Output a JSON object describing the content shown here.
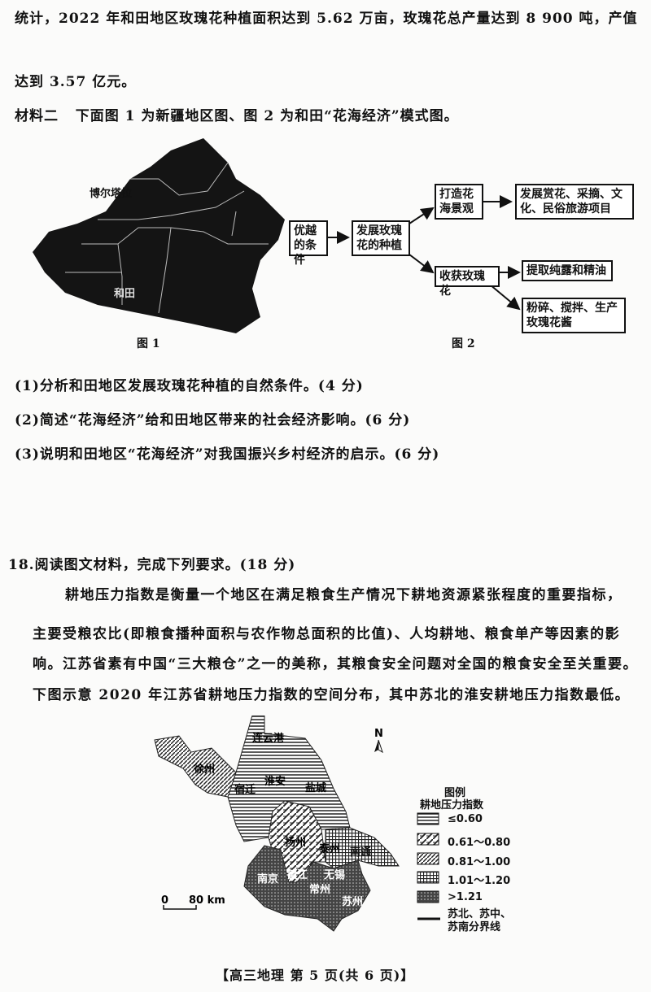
{
  "material_one_tail": {
    "line1": "统计，2022 年和田地区玫瑰花种植面积达到 5.62 万亩，玫瑰花总产量达到 8 900 吨，产值",
    "line2": "达到 3.57 亿元。"
  },
  "material_two": {
    "label": "材料二",
    "text": "下面图 1 为新疆地区图、图 2 为和田“花海经济”模式图。"
  },
  "figure1": {
    "caption": "图 1",
    "labels": [
      "博尔塔拉",
      "和田"
    ]
  },
  "figure2": {
    "caption": "图 2",
    "boxes": {
      "conditions": "优越的条件",
      "planting": "发展玫瑰花的种植",
      "landscape": "打造花海景观",
      "tourism": "发展赏花、采摘、文化、民俗旅游项目",
      "harvest": "收获玫瑰花",
      "extract": "提取纯露和精油",
      "sauce": "粉碎、搅拌、生产玫瑰花酱"
    }
  },
  "questions17": [
    "(1)分析和田地区发展玫瑰花种植的自然条件。(4 分)",
    "(2)简述“花海经济”给和田地区带来的社会经济影响。(6 分)",
    "(3)说明和田地区“花海经济”对我国振兴乡村经济的启示。(6 分)"
  ],
  "question18": {
    "title": "18.阅读图文材料，完成下列要求。(18 分)",
    "lines": [
      "耕地压力指数是衡量一个地区在满足粮食生产情况下耕地资源紧张程度的重要指标，",
      "主要受粮农比(即粮食播种面积与农作物总面积的比值)、人均耕地、粮食单产等因素的影",
      "响。江苏省素有中国“三大粮仓”之一的美称，其粮食安全问题对全国的粮食安全至关重要。",
      "下图示意 2020 年江苏省耕地压力指数的空间分布，其中苏北的淮安耕地压力指数最低。"
    ]
  },
  "jiangsu_map": {
    "north": "N",
    "scale": {
      "zero": "0",
      "dist": "80 km"
    },
    "cities": [
      "连云港",
      "徐州",
      "宿迁",
      "淮安",
      "盐城",
      "扬州",
      "泰州",
      "南通",
      "南京",
      "镇江",
      "无锡",
      "常州",
      "苏州"
    ],
    "legend": {
      "title": "图例",
      "subtitle": "耕地压力指数",
      "items": [
        "≤0.60",
        "0.61～0.80",
        "0.81～1.00",
        "1.01～1.20",
        ">1.21"
      ],
      "boundary": "苏北、苏中、苏南分界线"
    }
  },
  "footer": "【高三地理  第 5 页(共 6 页)】"
}
